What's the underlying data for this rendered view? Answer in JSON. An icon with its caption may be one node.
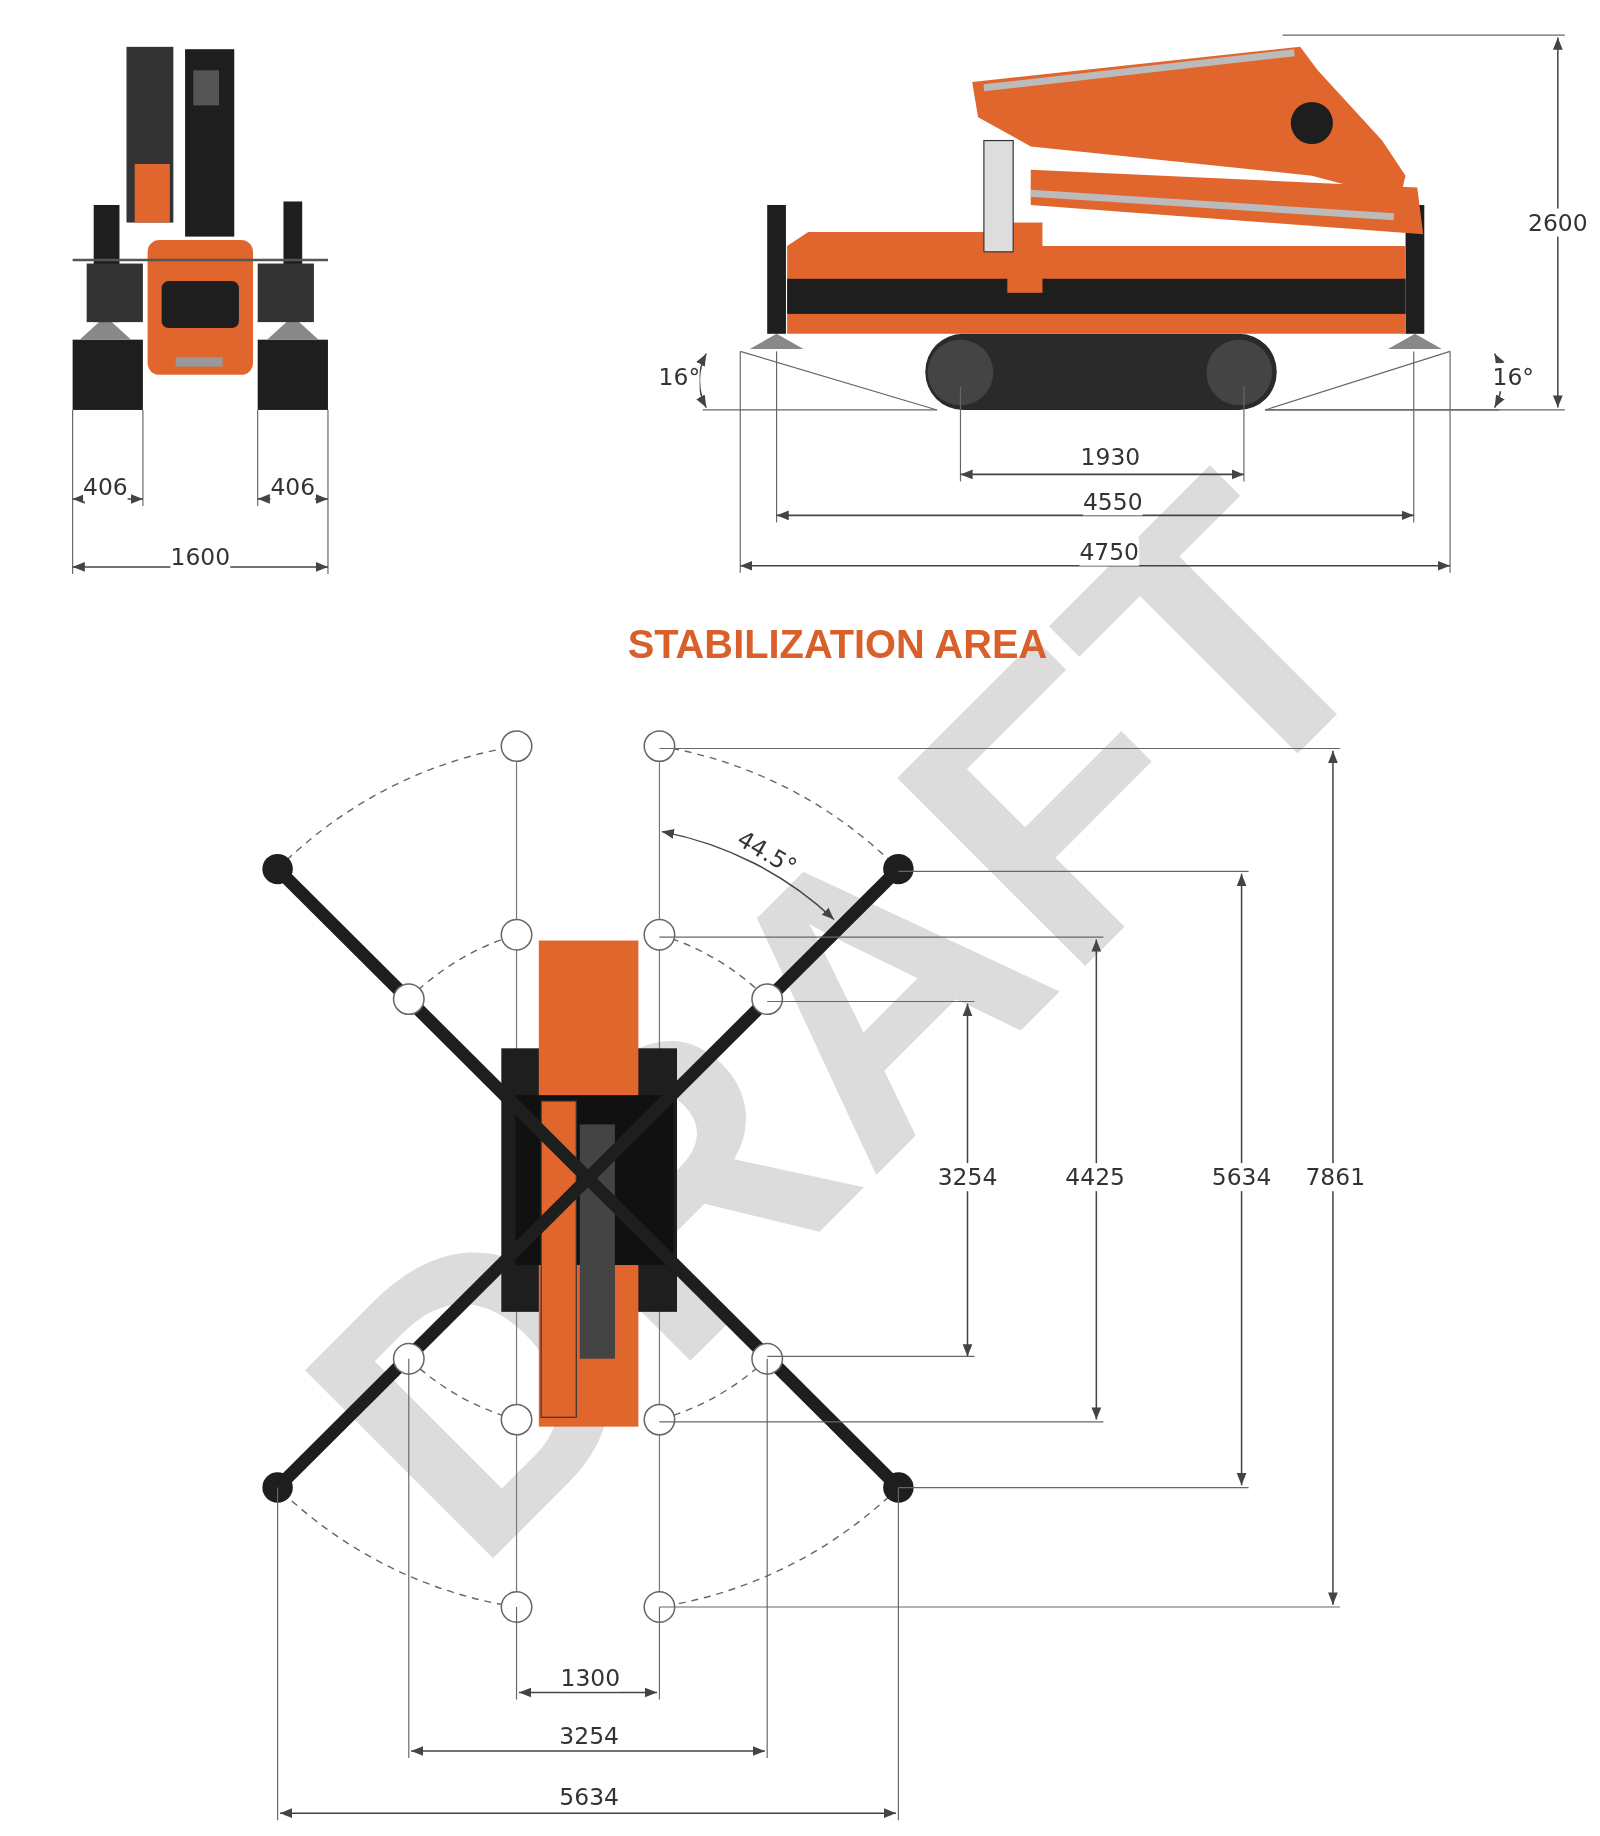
{
  "diagram": {
    "title": "STABILIZATION AREA",
    "labels": [
      "406",
      "406",
      "1600",
      "16°",
      "16°",
      "2600",
      "1930",
      "4550",
      "4750",
      "44.5°",
      "3254",
      "4425",
      "5634",
      "7861",
      "1300",
      "3254",
      "5634",
      "DRAFT"
    ]
  }
}
